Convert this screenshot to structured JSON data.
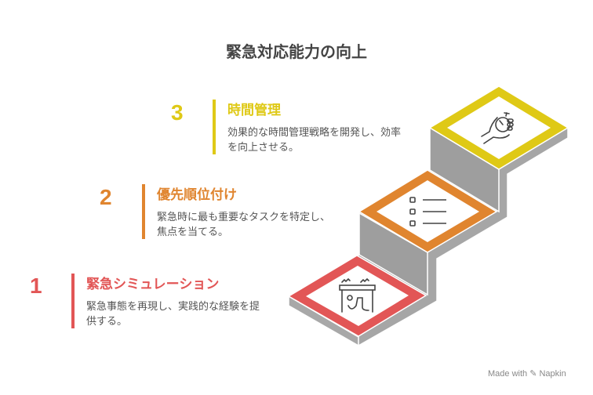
{
  "title": "緊急対応能力の向上",
  "steps": [
    {
      "number": "1",
      "heading": "緊急シミュレーション",
      "description": "緊急事態を再現し、実践的な経験を提供する。",
      "color": "#e25656",
      "icon": "fire-escape-icon"
    },
    {
      "number": "2",
      "heading": "優先順位付け",
      "description": "緊急時に最も重要なタスクを特定し、焦点を当てる。",
      "color": "#e0852f",
      "icon": "checklist-icon"
    },
    {
      "number": "3",
      "heading": "時間管理",
      "description": "効果的な時間管理戦略を開発し、効率を向上させる。",
      "color": "#dfc916",
      "icon": "hand-stopwatch-icon"
    }
  ],
  "footer": "Made with ✎ Napkin"
}
